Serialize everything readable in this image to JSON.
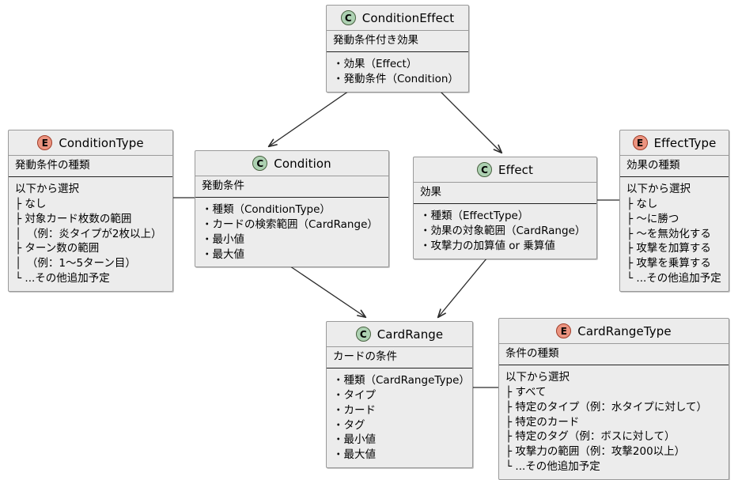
{
  "diagram": {
    "type": "uml-class-diagram",
    "background_color": "#FFFFFF",
    "box_fill_color": "#ECECEC",
    "box_border_color": "#9A9A9A",
    "class_icon_color": "#ADD1B2",
    "enum_icon_color": "#EB937F",
    "edge_color": "#2B2B2B"
  },
  "nodes": {
    "condition_effect": {
      "icon": "class-icon",
      "icon_letter": "C",
      "stereotype": "class",
      "title": "ConditionEffect",
      "description": "発動条件付き効果",
      "members": [
        "・効果（Effect）",
        "・発動条件（Condition）"
      ]
    },
    "condition_type": {
      "icon": "enum-icon",
      "icon_letter": "E",
      "stereotype": "enum",
      "title": "ConditionType",
      "description": "発動条件の種類",
      "members": [
        "以下から選択",
        "├ なし",
        "├ 対象カード枚数の範囲",
        "│　（例：炎タイプが2枚以上）",
        "├ ターン数の範囲",
        "│　（例：1〜5ターン目）",
        "└ ...その他追加予定"
      ]
    },
    "condition": {
      "icon": "class-icon",
      "icon_letter": "C",
      "stereotype": "class",
      "title": "Condition",
      "description": "発動条件",
      "members": [
        "・種類（ConditionType）",
        "・カードの検索範囲（CardRange）",
        "・最小値",
        "・最大値"
      ]
    },
    "effect": {
      "icon": "class-icon",
      "icon_letter": "C",
      "stereotype": "class",
      "title": "Effect",
      "description": "効果",
      "members": [
        "・種類（EffectType）",
        "・効果の対象範囲（CardRange）",
        "・攻撃力の加算値 or 乗算値"
      ]
    },
    "effect_type": {
      "icon": "enum-icon",
      "icon_letter": "E",
      "stereotype": "enum",
      "title": "EffectType",
      "description": "効果の種類",
      "members": [
        "以下から選択",
        "├ なし",
        "├ 〜に勝つ",
        "├ 〜を無効化する",
        "├ 攻撃を加算する",
        "├ 攻撃を乗算する",
        "└ ...その他追加予定"
      ]
    },
    "card_range": {
      "icon": "class-icon",
      "icon_letter": "C",
      "stereotype": "class",
      "title": "CardRange",
      "description": "カードの条件",
      "members": [
        "・種類（CardRangeType）",
        "・タイプ",
        "・カード",
        "・タグ",
        "・最小値",
        "・最大値"
      ]
    },
    "card_range_type": {
      "icon": "enum-icon",
      "icon_letter": "E",
      "stereotype": "enum",
      "title": "CardRangeType",
      "description": "条件の種類",
      "members": [
        "以下から選択",
        "├ すべて",
        "├ 特定のタイプ（例：水タイプに対して）",
        "├ 特定のカード",
        "├ 特定のタグ（例：ボスに対して）",
        "├ 攻撃力の範囲（例：攻撃200以上）",
        "└ ...その他追加予定"
      ]
    }
  },
  "edges": [
    {
      "name": "condition-effect-to-condition",
      "from": "condition_effect",
      "to": "condition",
      "style": "arrow"
    },
    {
      "name": "condition-effect-to-effect",
      "from": "condition_effect",
      "to": "effect",
      "style": "arrow"
    },
    {
      "name": "condition-type-to-condition",
      "from": "condition_type",
      "to": "condition",
      "style": "line"
    },
    {
      "name": "effect-to-effect-type",
      "from": "effect",
      "to": "effect_type",
      "style": "line"
    },
    {
      "name": "condition-to-card-range",
      "from": "condition",
      "to": "card_range",
      "style": "arrow"
    },
    {
      "name": "effect-to-card-range",
      "from": "effect",
      "to": "card_range",
      "style": "arrow"
    },
    {
      "name": "card-range-to-card-range-type",
      "from": "card_range",
      "to": "card_range_type",
      "style": "line"
    }
  ]
}
